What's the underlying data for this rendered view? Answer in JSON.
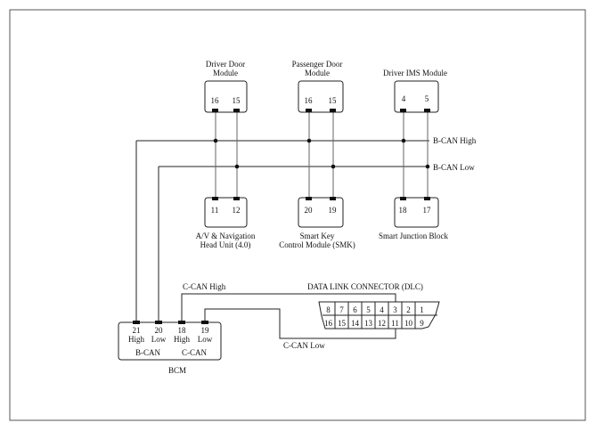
{
  "modules": {
    "driver_door": {
      "name_line1": "Driver Door",
      "name_line2": "Module",
      "pin_a": "16",
      "pin_b": "15"
    },
    "passenger_door": {
      "name_line1": "Passenger Door",
      "name_line2": "Module",
      "pin_a": "16",
      "pin_b": "15"
    },
    "driver_ims": {
      "name": "Driver IMS Module",
      "pin_a": "4",
      "pin_b": "5"
    },
    "av_nav": {
      "name_line1": "A/V & Navigation",
      "name_line2": "Head Unit (4.0)",
      "pin_a": "11",
      "pin_b": "12"
    },
    "smk": {
      "name_line1": "Smart Key",
      "name_line2": "Control Module   (SMK)",
      "pin_a": "20",
      "pin_b": "19"
    },
    "sjb": {
      "name": "Smart Junction Block",
      "pin_a": "18",
      "pin_b": "17"
    }
  },
  "buses": {
    "bcan_high": "B-CAN High",
    "bcan_low": "B-CAN Low",
    "ccan_high": "C-CAN High",
    "ccan_low": "C-CAN Low"
  },
  "bcm": {
    "name": "BCM",
    "pins": [
      "21",
      "20",
      "18",
      "19"
    ],
    "pin_levels": [
      "High",
      "Low",
      "High",
      "Low"
    ],
    "group_bcan": "B-CAN",
    "group_ccan": "C-CAN"
  },
  "dlc": {
    "title": "DATA LINK CONNECTOR (DLC)",
    "top_row": [
      "8",
      "7",
      "6",
      "5",
      "4",
      "3",
      "2",
      "1"
    ],
    "bottom_row": [
      "16",
      "15",
      "14",
      "13",
      "12",
      "11",
      "10",
      "9"
    ]
  }
}
